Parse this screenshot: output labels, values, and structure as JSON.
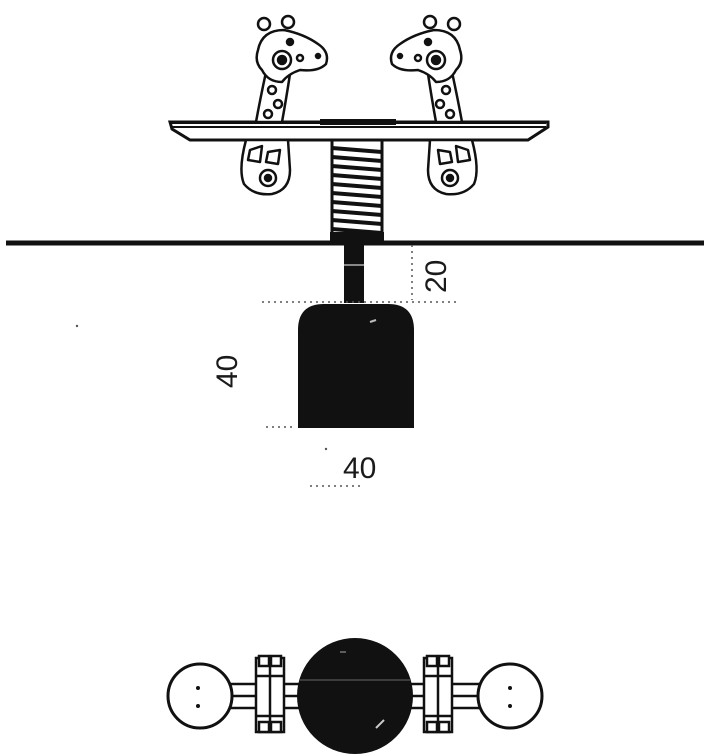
{
  "dimensions": {
    "embed_depth": "20",
    "footing_height": "40",
    "footing_width": "40"
  },
  "colors": {
    "ink": "#111111",
    "background": "#ffffff",
    "dim_dots": "#555555"
  }
}
